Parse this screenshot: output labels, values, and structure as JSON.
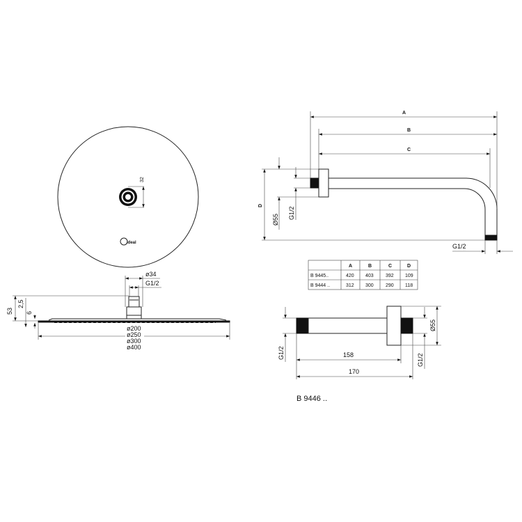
{
  "top_view": {
    "offset_label": "32",
    "logo_text": "Ideal"
  },
  "side_view": {
    "d34": "ø34",
    "thread": "G1/2",
    "h53": "53",
    "h25": "2,5",
    "h6": "6",
    "diameters": [
      "ø200",
      "ø250",
      "ø300",
      "ø400"
    ]
  },
  "wall_arm": {
    "dim_a": "A",
    "dim_b": "B",
    "dim_c": "C",
    "dim_d": "D",
    "flange_d": "Ø55",
    "thread_wall": "G1/2",
    "thread_outlet": "G1/2"
  },
  "table": {
    "headers": [
      "",
      "A",
      "B",
      "C",
      "D"
    ],
    "rows": [
      [
        "B 9445..",
        "420",
        "403",
        "392",
        "109"
      ],
      [
        "B 9444 ..",
        "312",
        "300",
        "290",
        "118"
      ]
    ]
  },
  "ceiling_arm": {
    "thread_left": "G1/2",
    "thread_right": "G1/2",
    "flange_d": "Ø55",
    "len_158": "158",
    "len_170": "170",
    "code": "B 9446 .."
  }
}
